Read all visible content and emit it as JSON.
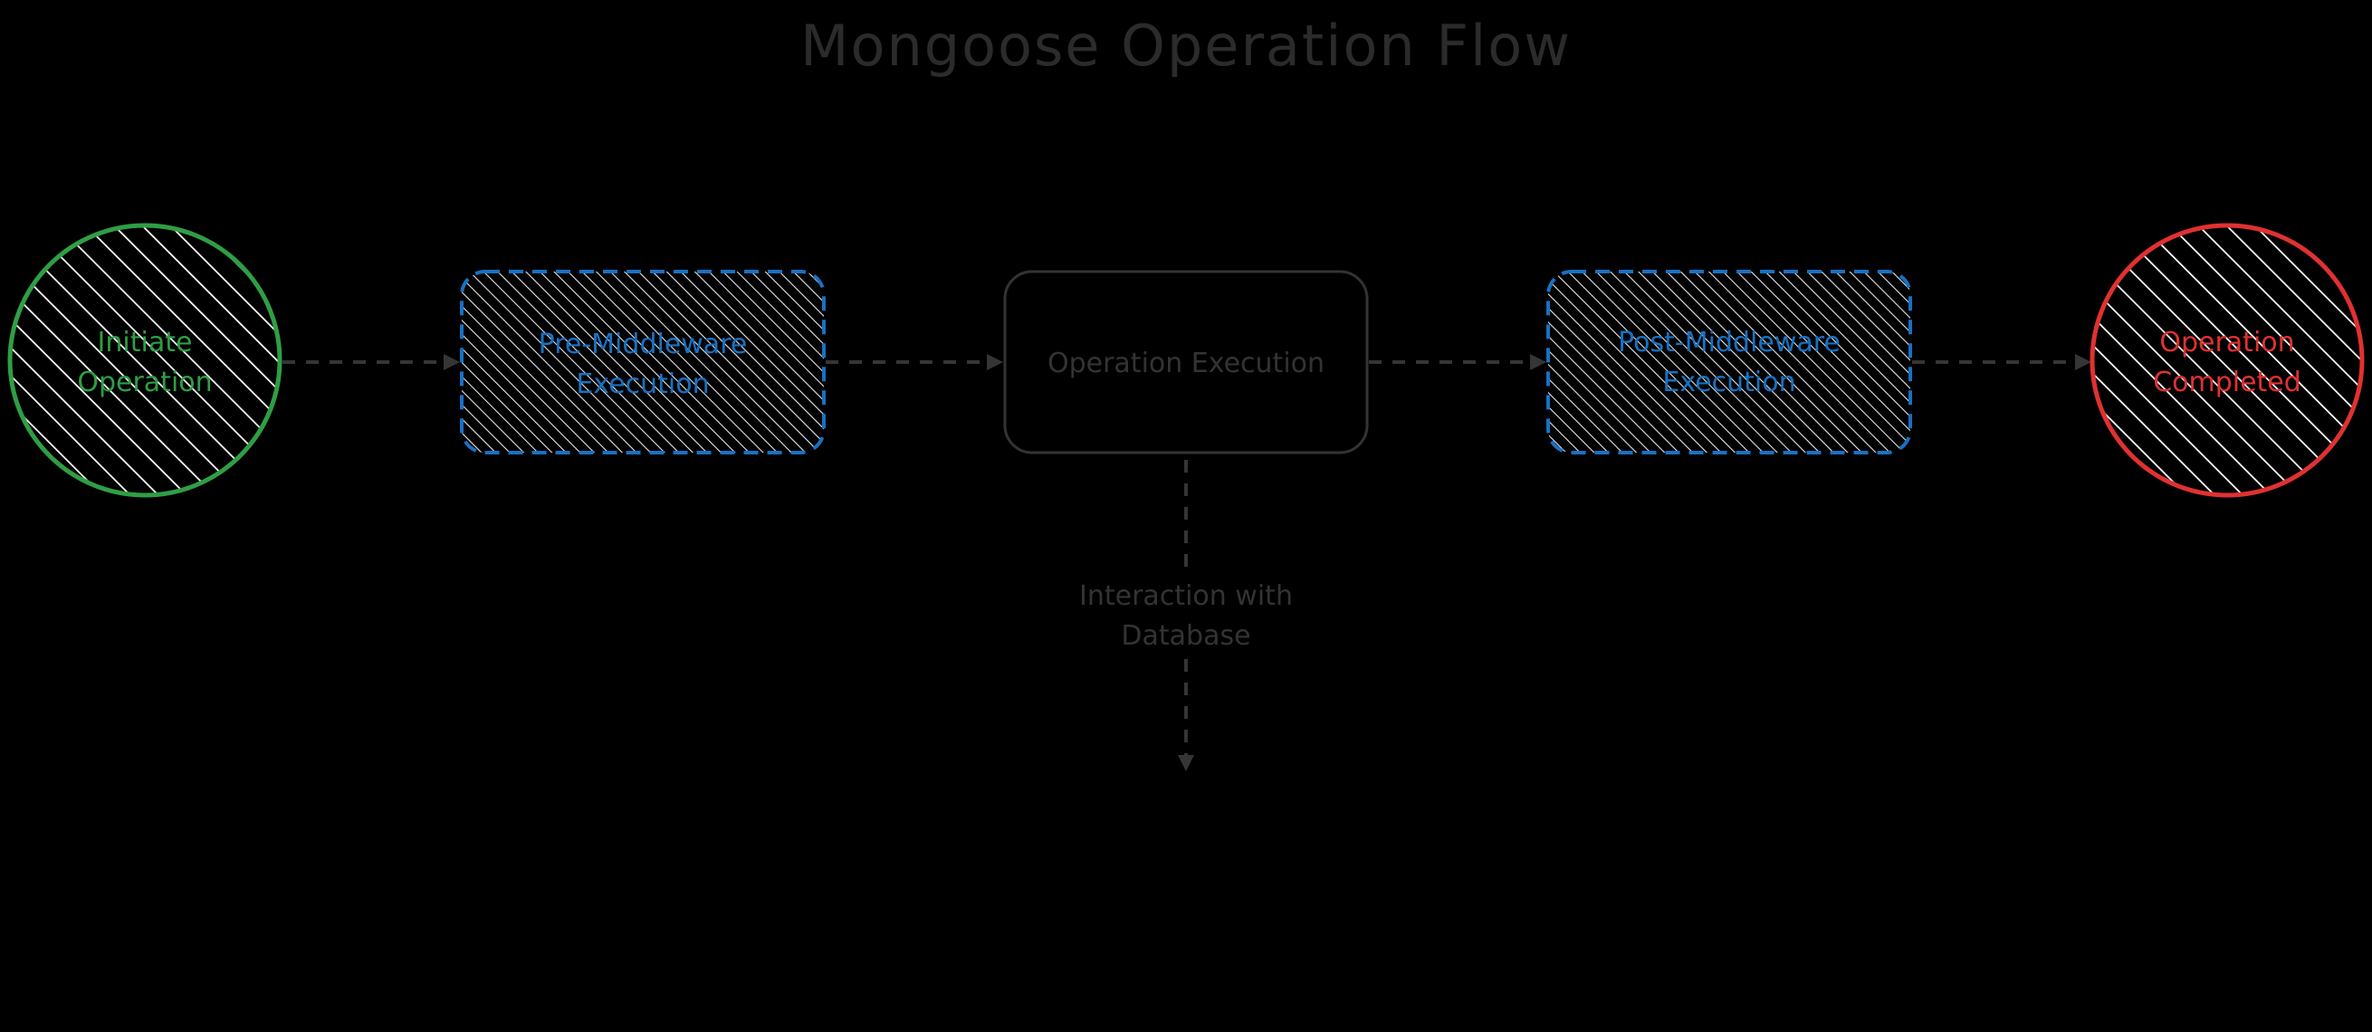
{
  "title": "Mongoose Operation Flow",
  "colors": {
    "background": "#000000",
    "start": "#2f9e44",
    "middleware": "#1971c2",
    "neutral": "#333333",
    "end": "#e03131",
    "hatch": "#ffffff",
    "arrow": "#353535"
  },
  "nodes": [
    {
      "id": "initiate",
      "shape": "circle",
      "lines": [
        "Initiate",
        "Operation"
      ],
      "color_key": "start",
      "hatched": true,
      "dashed": false
    },
    {
      "id": "pre-middleware",
      "shape": "rect",
      "lines": [
        "Pre-Middleware",
        "Execution"
      ],
      "color_key": "middleware",
      "hatched": true,
      "dashed": true
    },
    {
      "id": "operation-execution",
      "shape": "rect",
      "lines": [
        "Operation Execution"
      ],
      "color_key": "neutral",
      "hatched": false,
      "dashed": false
    },
    {
      "id": "post-middleware",
      "shape": "rect",
      "lines": [
        "Post-Middleware",
        "Execution"
      ],
      "color_key": "middleware",
      "hatched": true,
      "dashed": true
    },
    {
      "id": "completed",
      "shape": "circle",
      "lines": [
        "Operation",
        "Completed"
      ],
      "color_key": "end",
      "hatched": true,
      "dashed": false
    }
  ],
  "edges": [
    {
      "from": "initiate",
      "to": "pre-middleware",
      "label": ""
    },
    {
      "from": "pre-middleware",
      "to": "operation-execution",
      "label": ""
    },
    {
      "from": "operation-execution",
      "to": "post-middleware",
      "label": ""
    },
    {
      "from": "post-middleware",
      "to": "completed",
      "label": ""
    },
    {
      "from": "operation-execution",
      "to": "",
      "label_lines": [
        "Interaction with",
        "Database"
      ]
    }
  ]
}
